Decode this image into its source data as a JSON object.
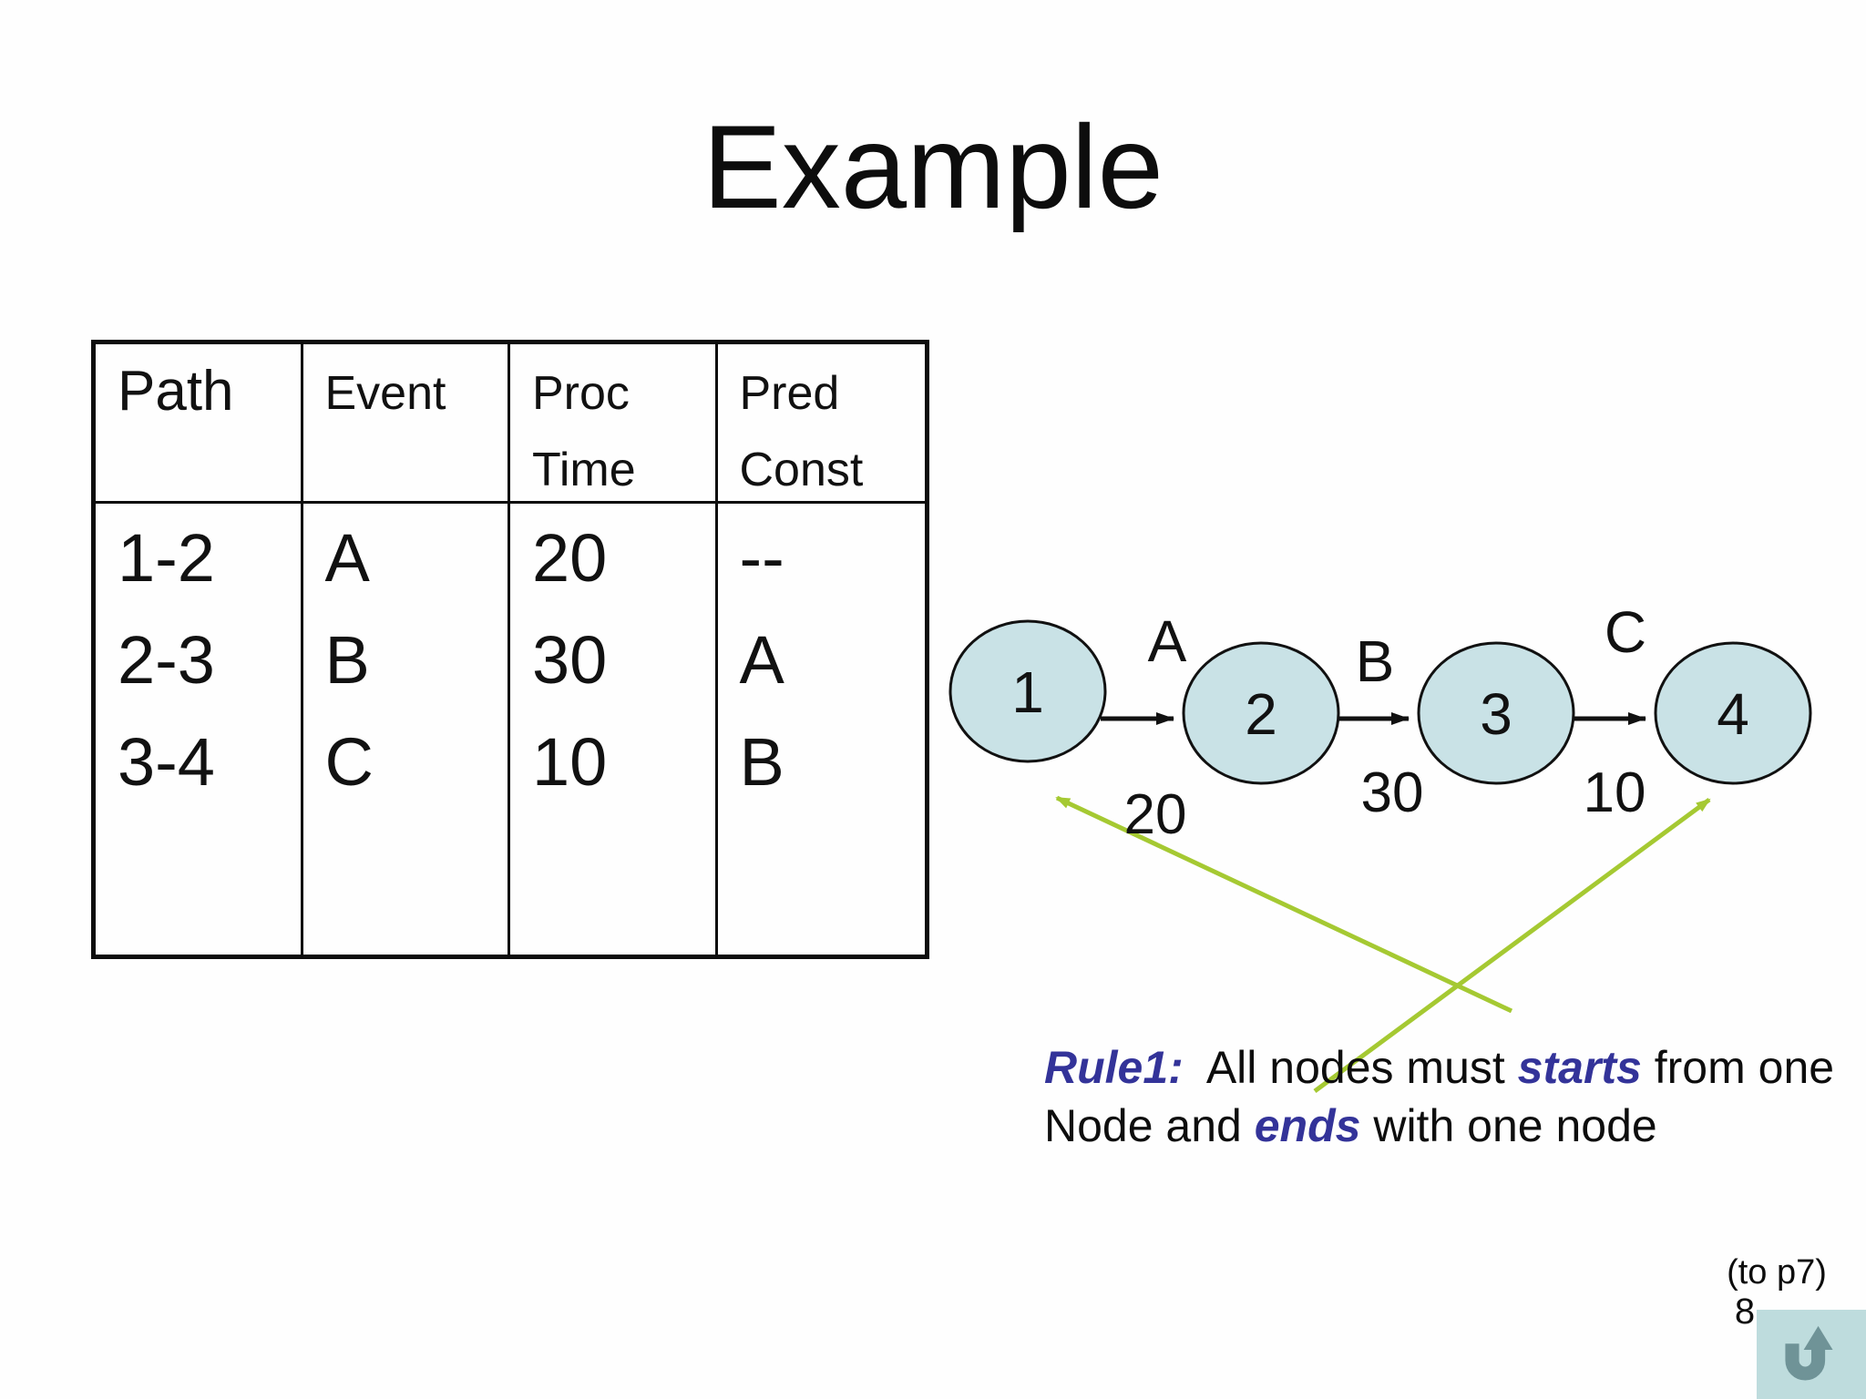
{
  "slide": {
    "title": "Example"
  },
  "table": {
    "headers": [
      "Path",
      "Event",
      "Proc Time",
      "Pred Const"
    ],
    "rows": [
      [
        "1-2",
        "A",
        "20",
        "--"
      ],
      [
        "2-3",
        "B",
        "30",
        "A"
      ],
      [
        "3-4",
        "C",
        "10",
        "B"
      ]
    ]
  },
  "diagram": {
    "nodes": [
      {
        "label": "1"
      },
      {
        "label": "2"
      },
      {
        "label": "3"
      },
      {
        "label": "4"
      }
    ],
    "edges": [
      {
        "label": "A",
        "weight": "20"
      },
      {
        "label": "B",
        "weight": "30"
      },
      {
        "label": "C",
        "weight": "10"
      }
    ]
  },
  "rule": {
    "label": "Rule1:",
    "line1_pre": "  All nodes must ",
    "line1_em": "starts",
    "line1_post": " from one",
    "line2_pre": "Node and ",
    "line2_em": "ends",
    "line2_post": " with one node"
  },
  "footer": {
    "goto_label": "(to p7)",
    "page_number": "8"
  },
  "colors": {
    "node_fill": "#c9e2e6",
    "node_stroke": "#111111",
    "arrow_black": "#111111",
    "green_arrow": "#a5c932",
    "rule_accent_blue": "#333399",
    "button_bg": "#bedcdd",
    "button_glyph": "#6f9397"
  }
}
